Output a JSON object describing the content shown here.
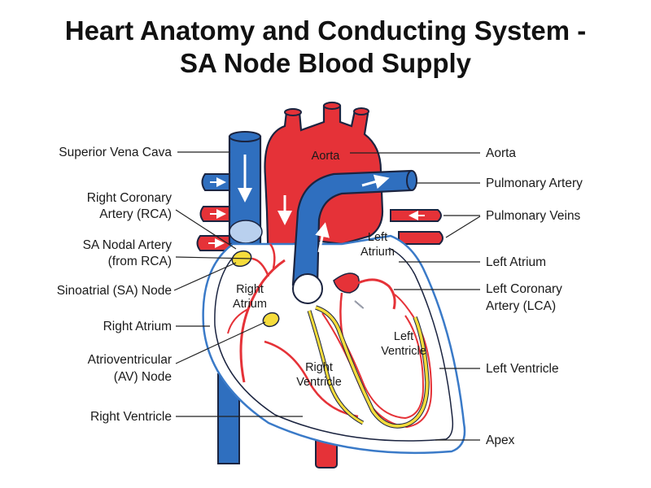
{
  "title": {
    "line1": "Heart Anatomy and Conducting System -",
    "line2": "SA Node Blood Supply"
  },
  "labels_left": {
    "svc": "Superior Vena Cava",
    "rca_1": "Right Coronary",
    "rca_2": "Artery (RCA)",
    "sa_artery_1": "SA Nodal Artery",
    "sa_artery_2": "(from RCA)",
    "sa_node": "Sinoatrial (SA) Node",
    "right_atrium": "Right Atrium",
    "av_node_1": "Atrioventricular",
    "av_node_2": "(AV) Node",
    "right_ventricle": "Right Ventricle"
  },
  "labels_right": {
    "aorta": "Aorta",
    "pulmonary_artery": "Pulmonary Artery",
    "pulmonary_veins": "Pulmonary Veins",
    "left_atrium": "Left Atrium",
    "lca_1": "Left Coronary",
    "lca_2": "Artery (LCA)",
    "left_ventricle": "Left Ventricle",
    "apex": "Apex"
  },
  "inner_labels": {
    "aorta": "Aorta",
    "left_atrium_1": "Left",
    "left_atrium_2": "Atrium",
    "right_atrium_1": "Right",
    "right_atrium_2": "Atrium",
    "left_ventricle_1": "Left",
    "left_ventricle_2": "Ventricle",
    "right_ventricle_1": "Right",
    "right_ventricle_2": "Ventricle"
  },
  "colors": {
    "artery_red": "#e53238",
    "vein_blue": "#2f6fbf",
    "outline_dark": "#1b2440",
    "conduction_yellow": "#f5dc3c",
    "septum_red": "#d9373c",
    "heart_fill": "#ffffff",
    "pericardium_blue": "#3a7ac8"
  }
}
